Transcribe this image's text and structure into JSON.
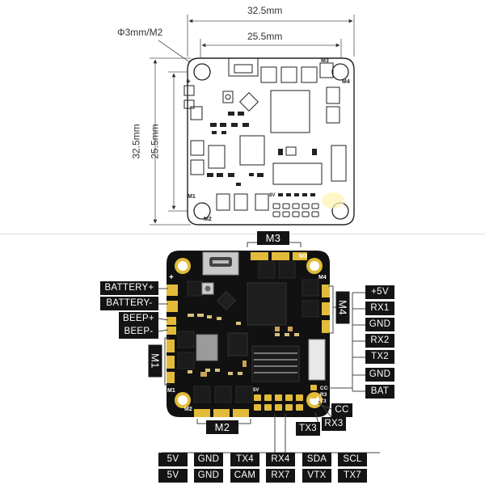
{
  "drawing": {
    "width_outer": "32.5mm",
    "width_inner": "25.5mm",
    "height_outer": "32.5mm",
    "height_inner": "25.5mm",
    "hole": "Φ3mm/M2"
  },
  "outline_labels": {
    "m1": "M1",
    "m2": "M2",
    "m3": "M3",
    "m4": "M4",
    "plus": "+",
    "bv": "8V"
  },
  "board_labels": {
    "m1": "M1",
    "m2": "M2",
    "m3": "M3",
    "m4": "M4",
    "plus": "+",
    "fv": "5V",
    "cc": "CC",
    "r3": "R3",
    "t3": "T3"
  },
  "motor_callouts": {
    "m1": "M1",
    "m2": "M2",
    "m3": "M3",
    "m4": "M4"
  },
  "left_labels": [
    "BATTERY+",
    "BATTERY-",
    "BEEP+",
    "BEEP-"
  ],
  "right_labels": [
    "+5V",
    "RX1",
    "GND",
    "RX2",
    "TX2",
    "GND",
    "BAT"
  ],
  "uart3_labels": {
    "cc": "CC",
    "rx3": "RX3",
    "tx3": "TX3"
  },
  "bottom_row1": [
    "5V",
    "GND",
    "TX4",
    "RX4",
    "SDA",
    "SCL"
  ],
  "bottom_row2": [
    "5V",
    "GND",
    "CAM",
    "RX7",
    "VTX",
    "TX7"
  ],
  "colors": {
    "pcb": "#111111",
    "gold": "#e2bb3a",
    "accent": "#f3e7a4",
    "label_bg": "#141414"
  }
}
